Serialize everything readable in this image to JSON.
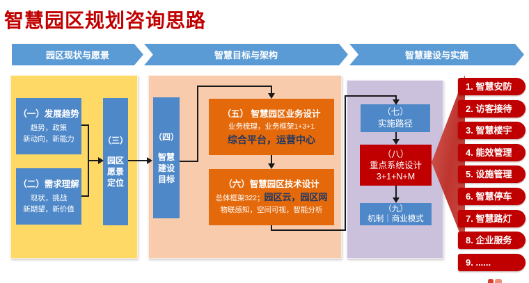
{
  "title": "智慧园区规划咨询思路",
  "stages": [
    "园区现状与愿景",
    "智慧目标与架构",
    "智慧建设与实施"
  ],
  "vision_panel": {
    "box1": {
      "title": "（一）发展趋势",
      "lines": [
        "趋势，政策",
        "新动向，新能力"
      ]
    },
    "box2": {
      "title": "（二）需求理解",
      "lines": [
        "现状，挑战",
        "新期望，新价值"
      ]
    },
    "box3": {
      "num": "（三）",
      "lines": [
        "园区",
        "愿景",
        "定位"
      ]
    }
  },
  "target_panel": {
    "box4": {
      "num": "（四）",
      "lines": [
        "智慧",
        "建设",
        "目标"
      ]
    },
    "box5": {
      "title": "（五） 智慧园区业务设计",
      "line2": "业务梳理，业务框架1+3+1",
      "line3": "综合平台，运营中心"
    },
    "box6": {
      "title": "（六）智慧园区技术设计",
      "line2_prefix": "总体框架322；",
      "line2_highlight": "园区云，园区网",
      "line3": "物联感知，空间可视，智能分析"
    }
  },
  "impl_panel": {
    "box7": {
      "num": "（七）",
      "label": "实施路径"
    },
    "box8": {
      "num": "（八）",
      "label": "重点系统设计",
      "formula": "3+1+N+M"
    },
    "box9": {
      "num": "（九）",
      "label": "机制｜商业模式"
    }
  },
  "funnel_list": {
    "items": [
      "1. 智慧安防",
      "2. 访客接待",
      "3. 智慧楼宇",
      "4. 能效管理",
      "5. 设施管理",
      "6. 智慧停车",
      "7. 智慧路灯",
      "8. 企业服务",
      "9. ......"
    ]
  },
  "colors": {
    "title_red": "#C00000",
    "chevron_blue": "#5B9BD5",
    "box_blue": "#4E88C8",
    "panel_yellow": "#FFD966",
    "panel_peach": "#F8CBAD",
    "panel_purple": "#CBC1DC",
    "orange": "#E4690B",
    "red": "#C00000",
    "navy_text": "#1F3864"
  }
}
